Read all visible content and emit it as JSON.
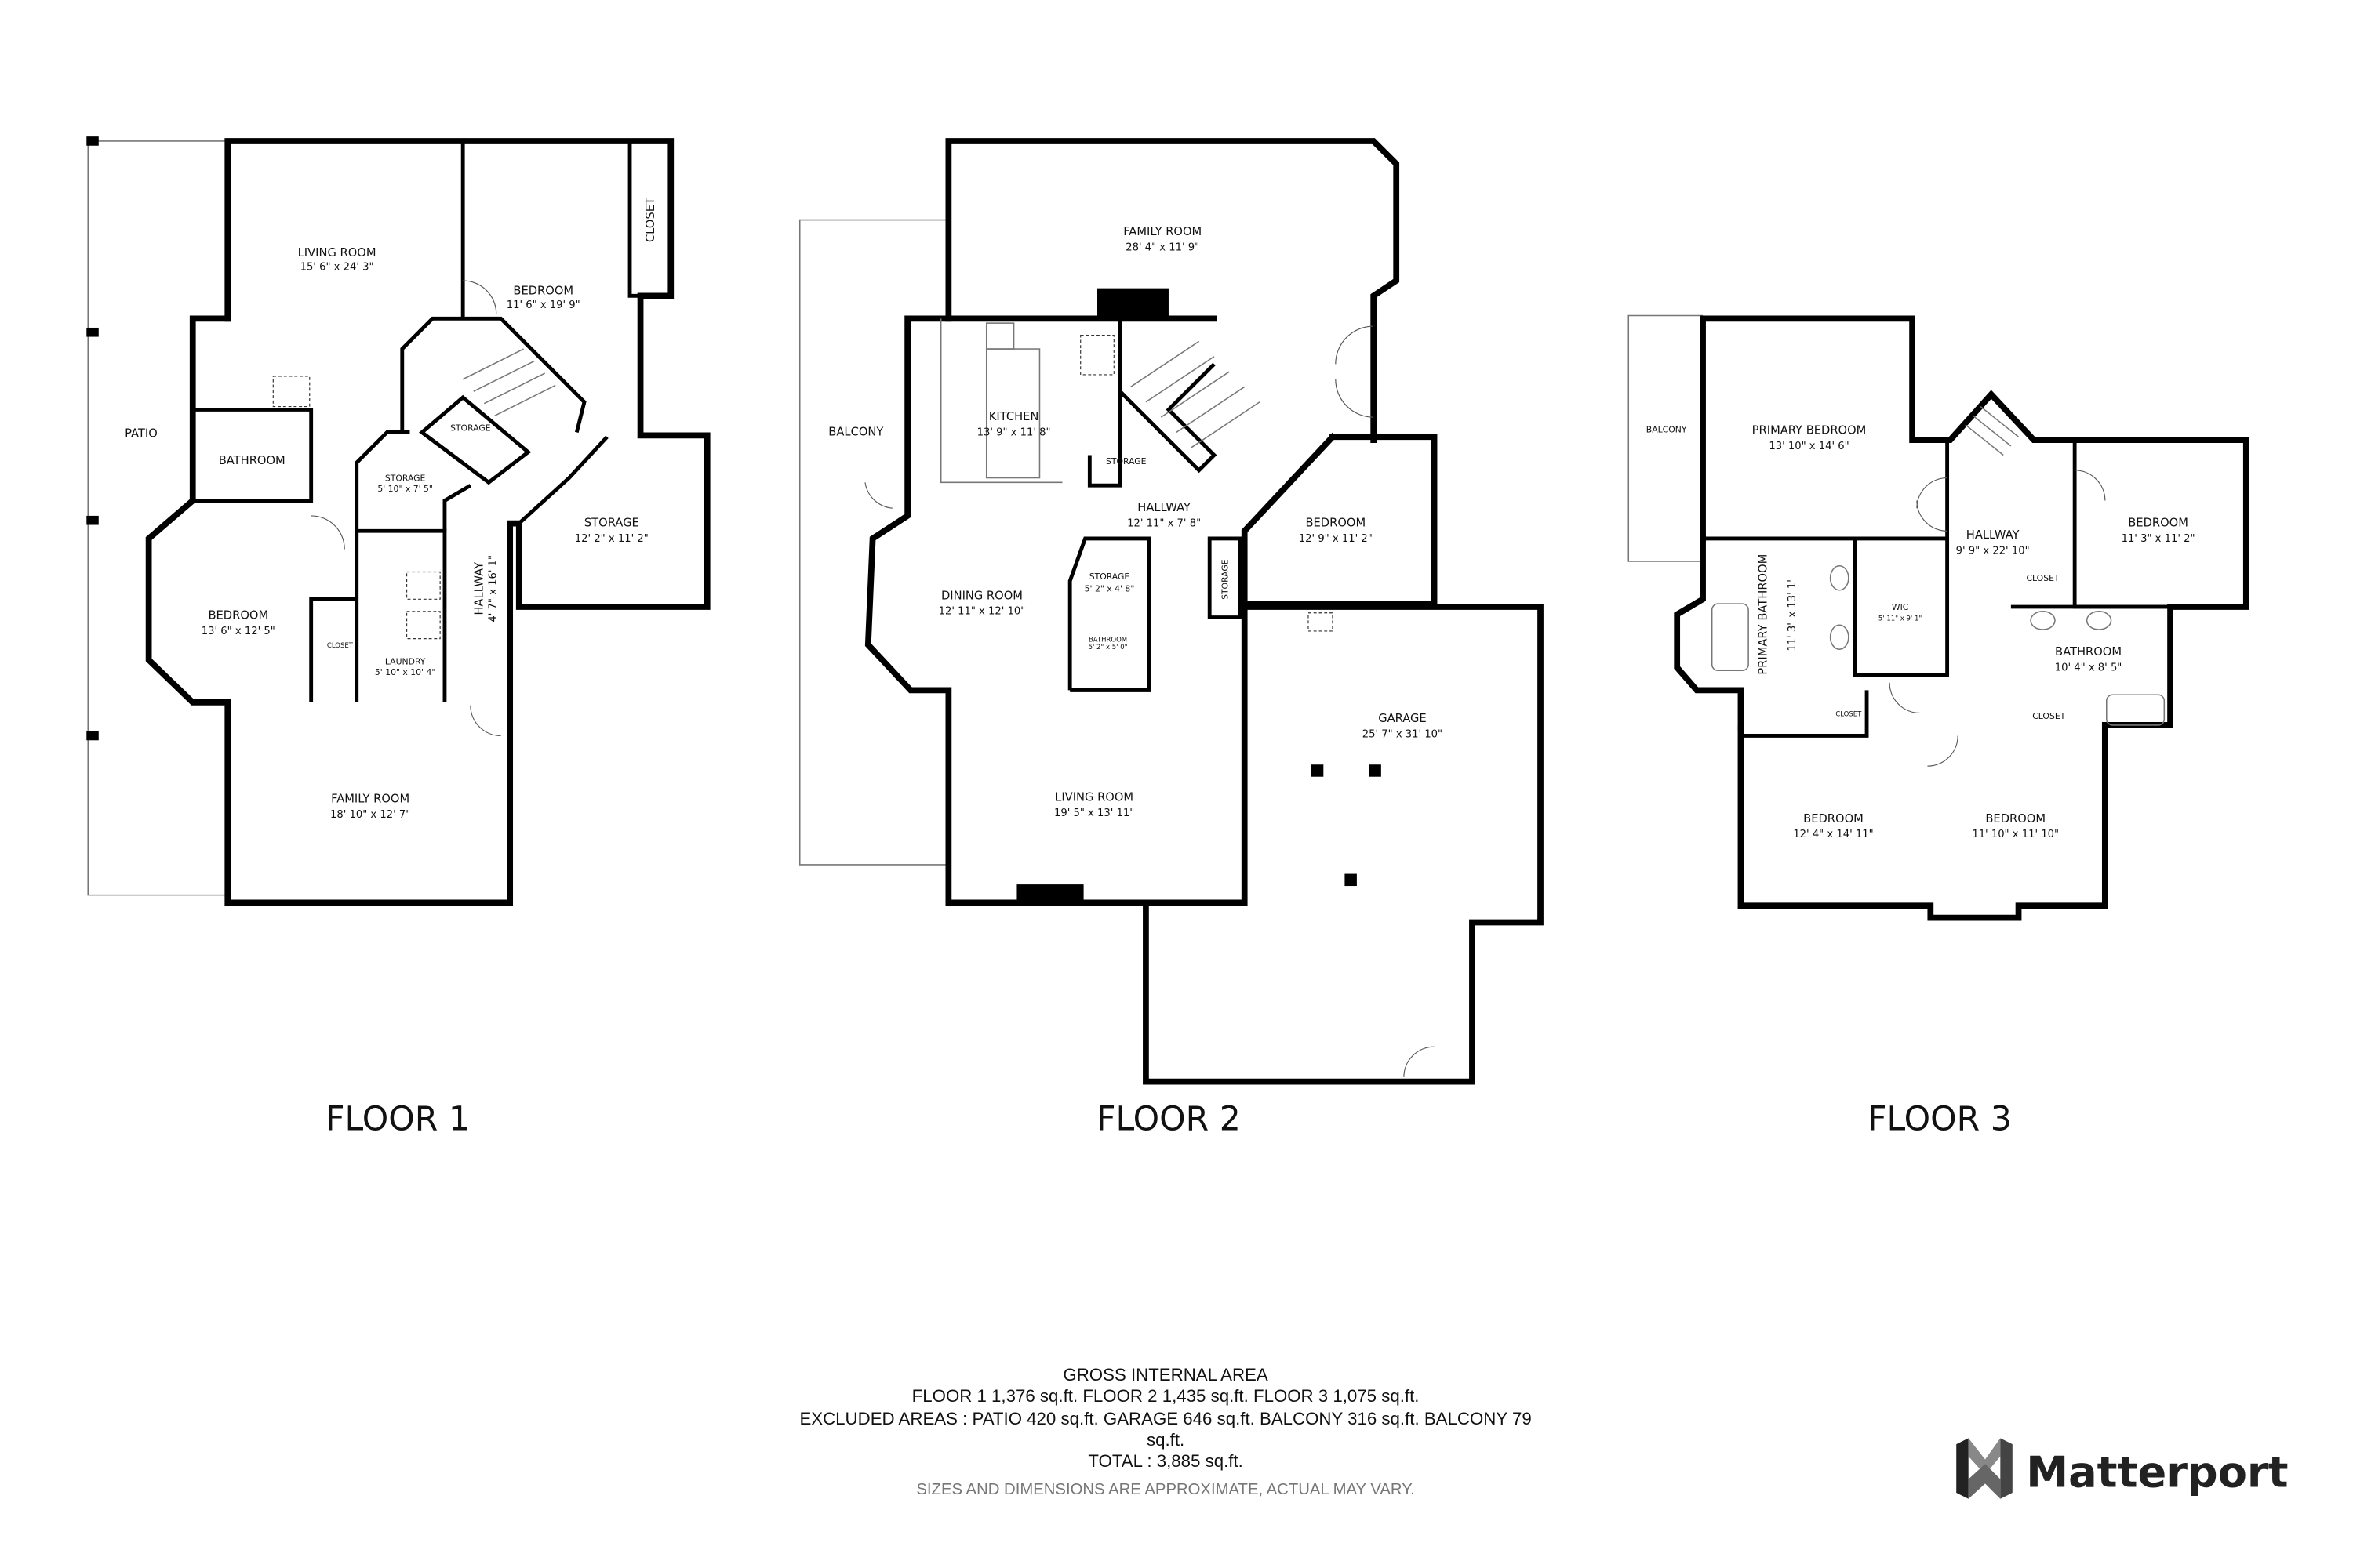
{
  "floors": [
    {
      "title": "FLOOR 1",
      "rooms": [
        {
          "name": "LIVING ROOM",
          "dims": "15' 6\" x 24' 3\""
        },
        {
          "name": "BEDROOM",
          "dims": "11' 6\" x 19' 9\""
        },
        {
          "name": "CLOSET"
        },
        {
          "name": "PATIO"
        },
        {
          "name": "BATHROOM"
        },
        {
          "name": "STORAGE"
        },
        {
          "name": "STORAGE",
          "dims": "5' 10\" x 7' 5\""
        },
        {
          "name": "STORAGE",
          "dims": "12' 2\" x 11' 2\""
        },
        {
          "name": "BEDROOM",
          "dims": "13' 6\" x 12' 5\""
        },
        {
          "name": "CLOSET"
        },
        {
          "name": "LAUNDRY",
          "dims": "5' 10\" x 10' 4\""
        },
        {
          "name": "HALLWAY",
          "dims": "4' 7\" x 16' 1\""
        },
        {
          "name": "FAMILY ROOM",
          "dims": "18' 10\" x 12' 7\""
        }
      ]
    },
    {
      "title": "FLOOR 2",
      "rooms": [
        {
          "name": "FAMILY ROOM",
          "dims": "28' 4\" x 11' 9\""
        },
        {
          "name": "BALCONY"
        },
        {
          "name": "KITCHEN",
          "dims": "13' 9\" x 11' 8\""
        },
        {
          "name": "STORAGE"
        },
        {
          "name": "HALLWAY",
          "dims": "12' 11\" x 7' 8\""
        },
        {
          "name": "BEDROOM",
          "dims": "12' 9\" x 11' 2\""
        },
        {
          "name": "DINING ROOM",
          "dims": "12' 11\" x 12' 10\""
        },
        {
          "name": "STORAGE",
          "dims": "5' 2\" x 4' 8\""
        },
        {
          "name": "STORAGE"
        },
        {
          "name": "BATHROOM",
          "dims": "5' 2\" x 5' 0\""
        },
        {
          "name": "GARAGE",
          "dims": "25' 7\" x 31' 10\""
        },
        {
          "name": "LIVING ROOM",
          "dims": "19' 5\" x 13' 11\""
        }
      ]
    },
    {
      "title": "FLOOR 3",
      "rooms": [
        {
          "name": "BALCONY"
        },
        {
          "name": "PRIMARY BEDROOM",
          "dims": "13' 10\" x 14' 6\""
        },
        {
          "name": "PRIMARY BATHROOM",
          "dims": "11' 3\" x 13' 1\""
        },
        {
          "name": "WIC",
          "dims": "5' 11\" x 9' 1\""
        },
        {
          "name": "HALLWAY",
          "dims": "9' 9\" x 22' 10\""
        },
        {
          "name": "BEDROOM",
          "dims": "11' 3\" x 11' 2\""
        },
        {
          "name": "CLOSET"
        },
        {
          "name": "BATHROOM",
          "dims": "10' 4\" x 8' 5\""
        },
        {
          "name": "CLOSET"
        },
        {
          "name": "CLOSET"
        },
        {
          "name": "BEDROOM",
          "dims": "12' 4\" x 14' 11\""
        },
        {
          "name": "BEDROOM",
          "dims": "11' 10\" x 11' 10\""
        }
      ]
    }
  ],
  "summary": {
    "heading": "GROSS INTERNAL AREA",
    "floors_line": "FLOOR 1 1,376 sq.ft.   FLOOR 2 1,435 sq.ft.   FLOOR 3 1,075 sq.ft.",
    "excluded_line": "EXCLUDED AREAS :  PATIO 420 sq.ft.   GARAGE 646 sq.ft.   BALCONY 316 sq.ft.   BALCONY 79",
    "excluded_line_cont": "sq.ft.",
    "total_line": "TOTAL :  3,885 sq.ft.",
    "disclaimer": "SIZES AND DIMENSIONS ARE APPROXIMATE, ACTUAL MAY VARY."
  },
  "brand": {
    "name": "Matterport",
    "icon": "matterport-logo-icon",
    "color": "#222222"
  }
}
